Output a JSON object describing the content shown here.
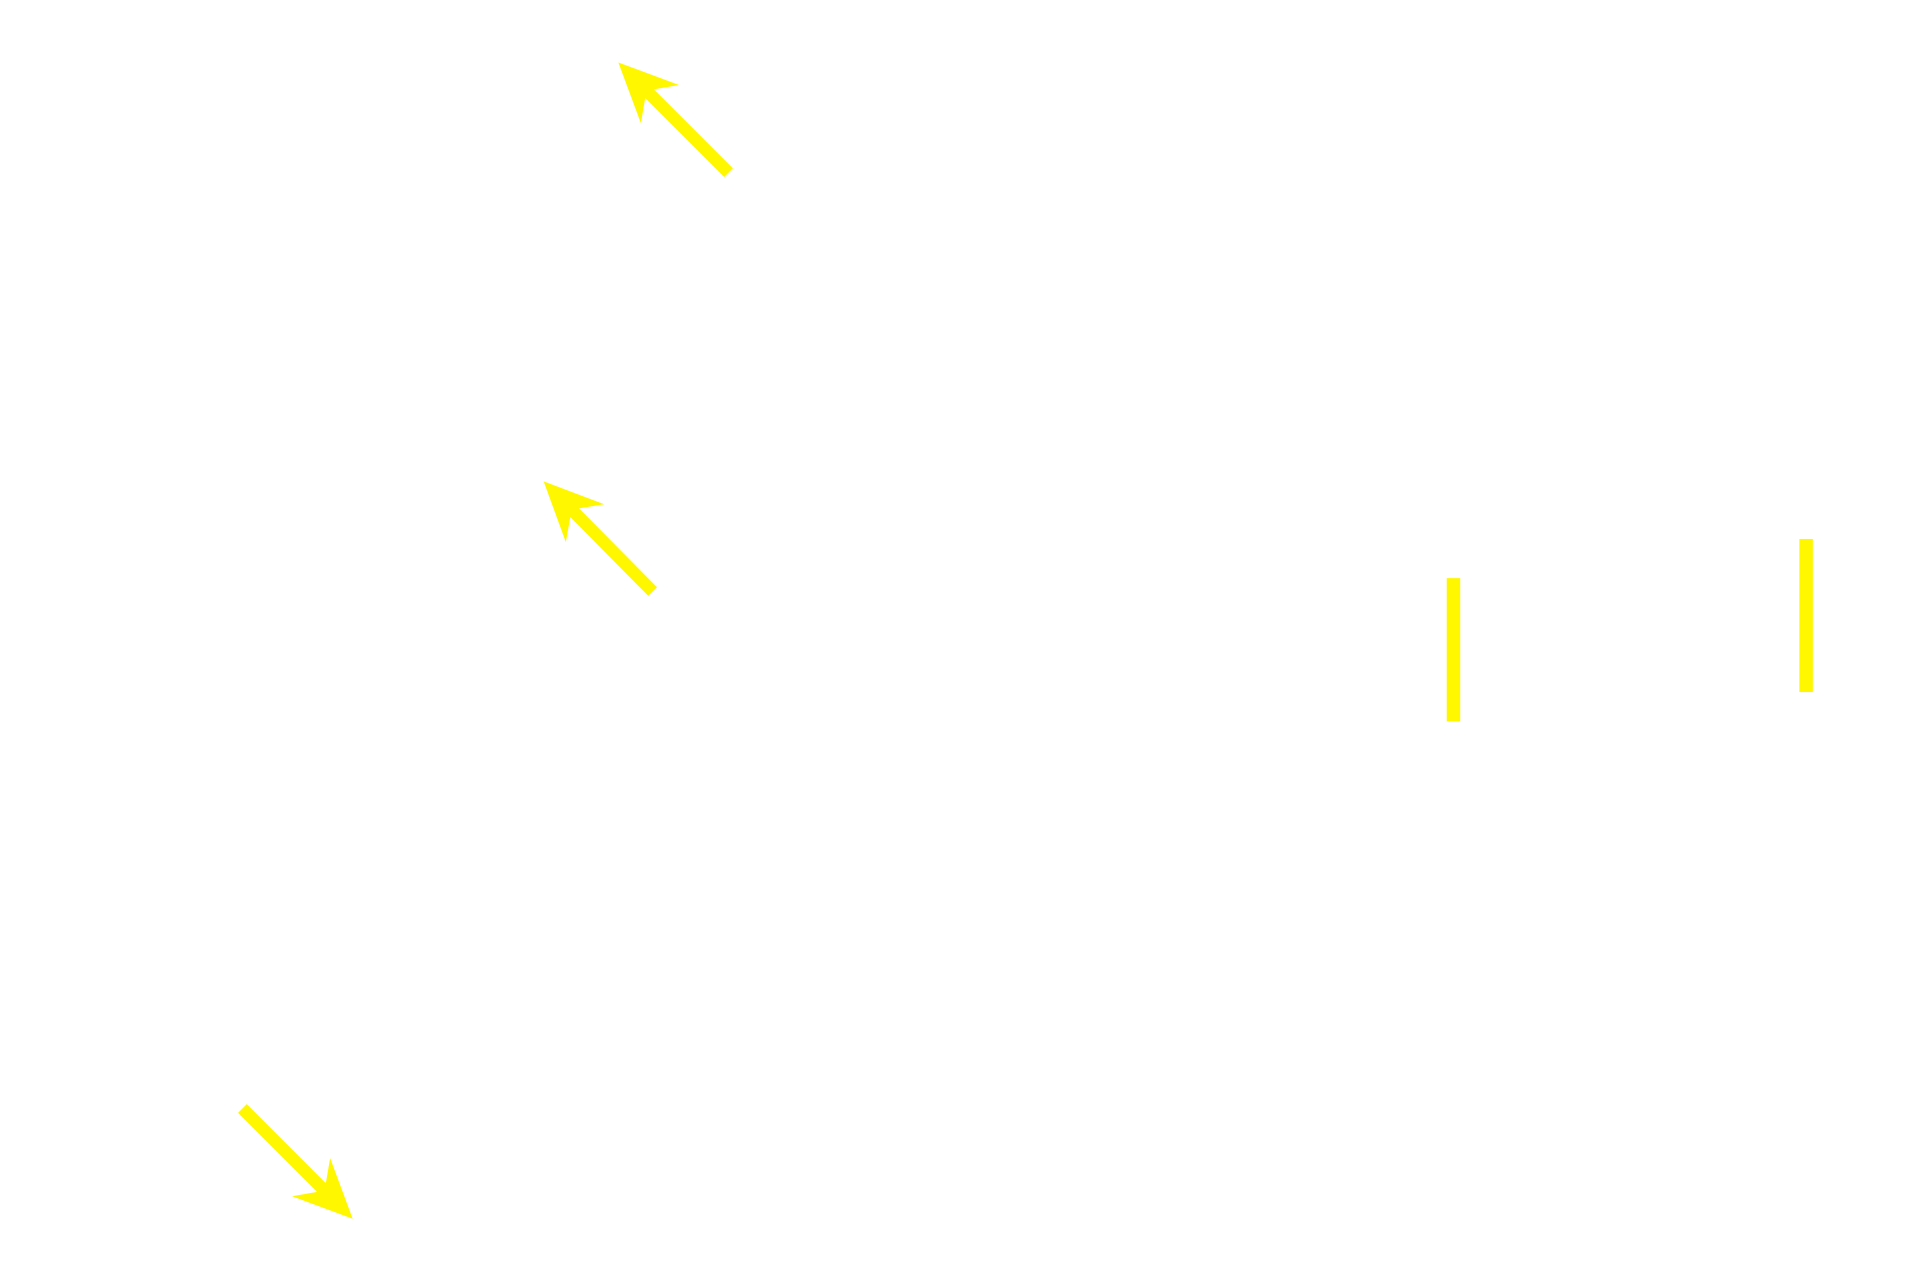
{
  "annotations": {
    "color": "#fff700",
    "background": "#ffffff",
    "arrows": [
      {
        "name": "arrow-upper-left-top",
        "direction": "up-left"
      },
      {
        "name": "arrow-upper-left-middle",
        "direction": "up-left"
      },
      {
        "name": "arrow-lower-left",
        "direction": "down-right"
      }
    ],
    "bars": [
      {
        "name": "vertical-bar-middle-right",
        "orientation": "vertical"
      },
      {
        "name": "vertical-bar-far-right",
        "orientation": "vertical"
      }
    ]
  }
}
